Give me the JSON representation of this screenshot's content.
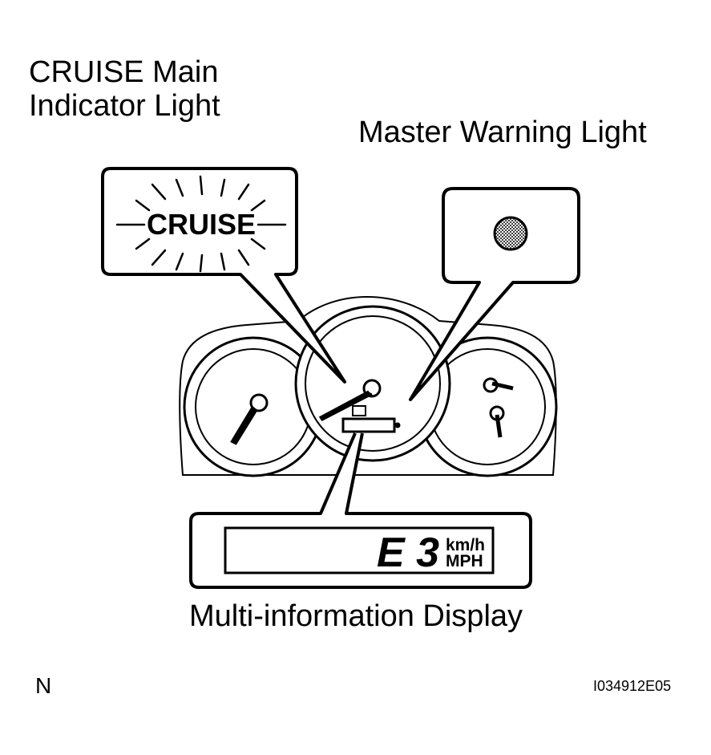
{
  "labels": {
    "cruise_main_line1": "CRUISE Main",
    "cruise_main_line2": "Indicator Light",
    "master_warning": "Master Warning Light",
    "multi_info_display": "Multi-information Display",
    "north_marker": "N",
    "figure_code": "I034912E05"
  },
  "indicator": {
    "cruise_text": "CRUISE"
  },
  "display": {
    "code": "E 3",
    "unit_top": "km/h",
    "unit_bottom": "MPH"
  },
  "colors": {
    "line": "#000000",
    "background": "#ffffff",
    "warning_dot": "#8c8c8c"
  }
}
